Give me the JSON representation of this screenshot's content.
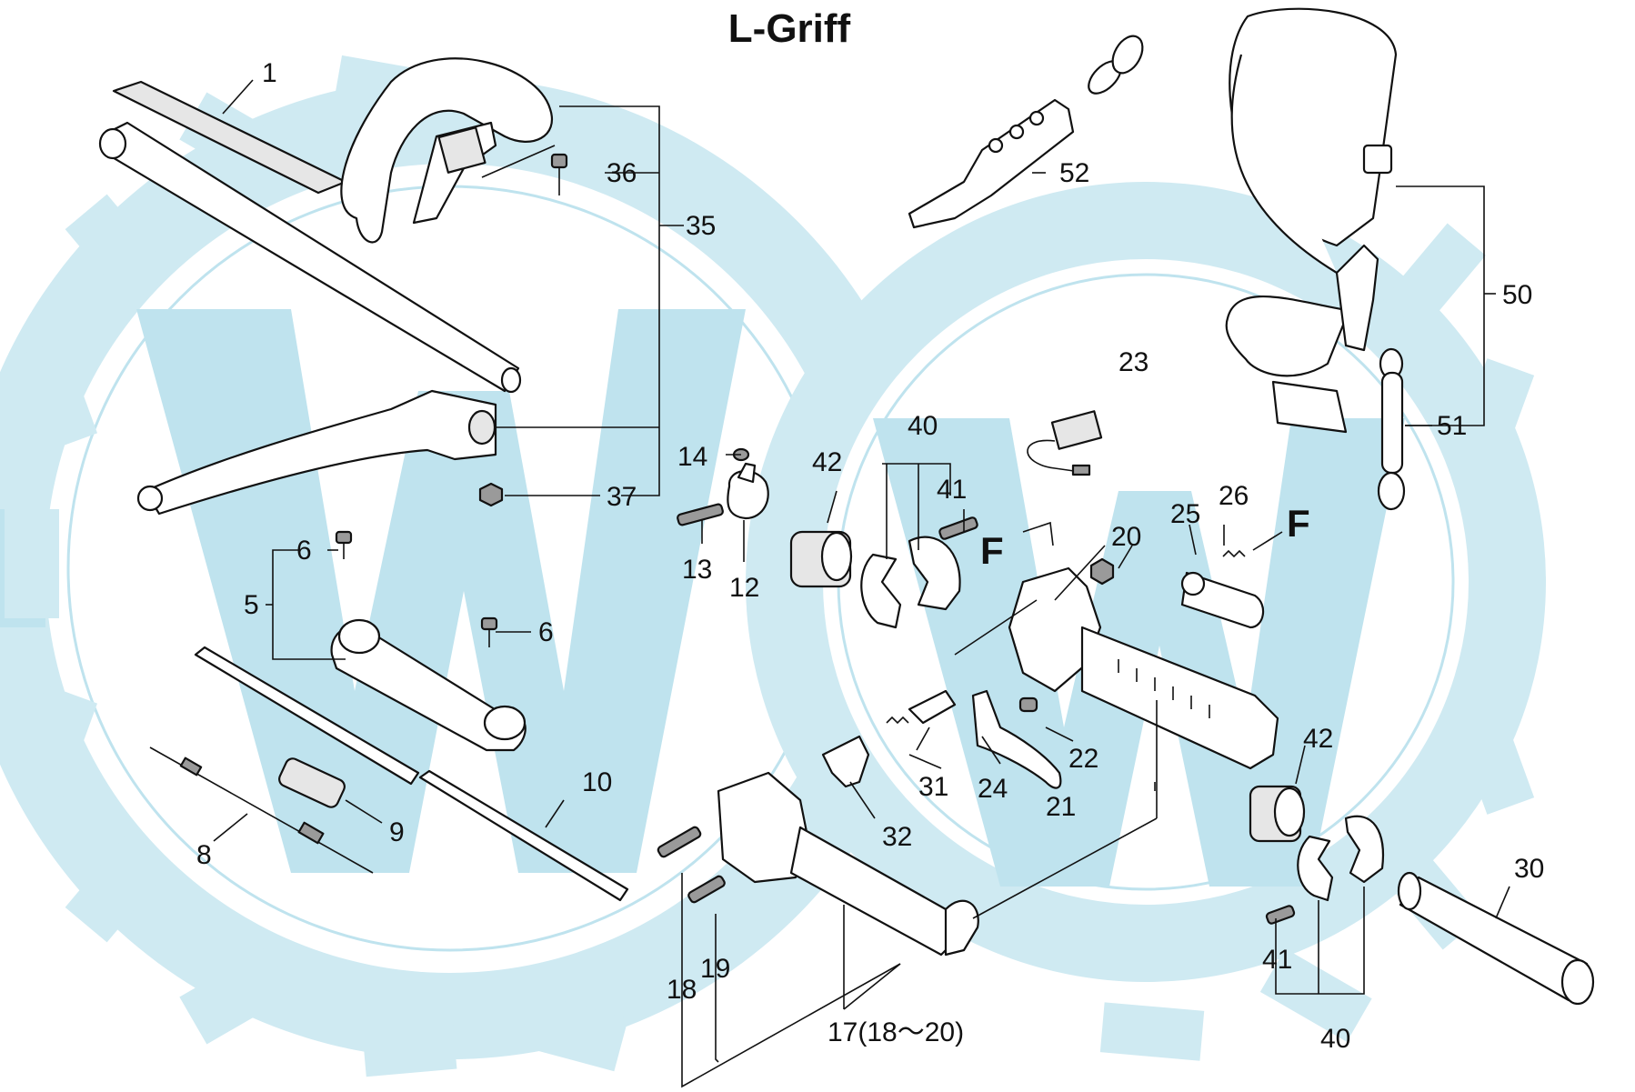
{
  "title": "L-Griff",
  "watermark": {
    "name": "watermark-logo",
    "color": "#bfe3ee"
  },
  "callouts": {
    "c1": "1",
    "c5": "5",
    "c6a": "6",
    "c6b": "6",
    "c8": "8",
    "c9": "9",
    "c10": "10",
    "c12": "12",
    "c13": "13",
    "c14": "14",
    "c17": "17(18～20)",
    "c18": "18",
    "c19": "19",
    "c20": "20",
    "c21": "21",
    "c22": "22",
    "c23": "23",
    "c24": "24",
    "c25": "25",
    "c26": "26",
    "c30": "30",
    "c31": "31",
    "c32": "32",
    "c35": "35",
    "c36": "36",
    "c37": "37",
    "c40a": "40",
    "c40b": "40",
    "c41a": "41",
    "c41b": "41",
    "c42a": "42",
    "c42b": "42",
    "c50": "50",
    "c51": "51",
    "c52": "52",
    "fA": "F",
    "fB": "F"
  }
}
